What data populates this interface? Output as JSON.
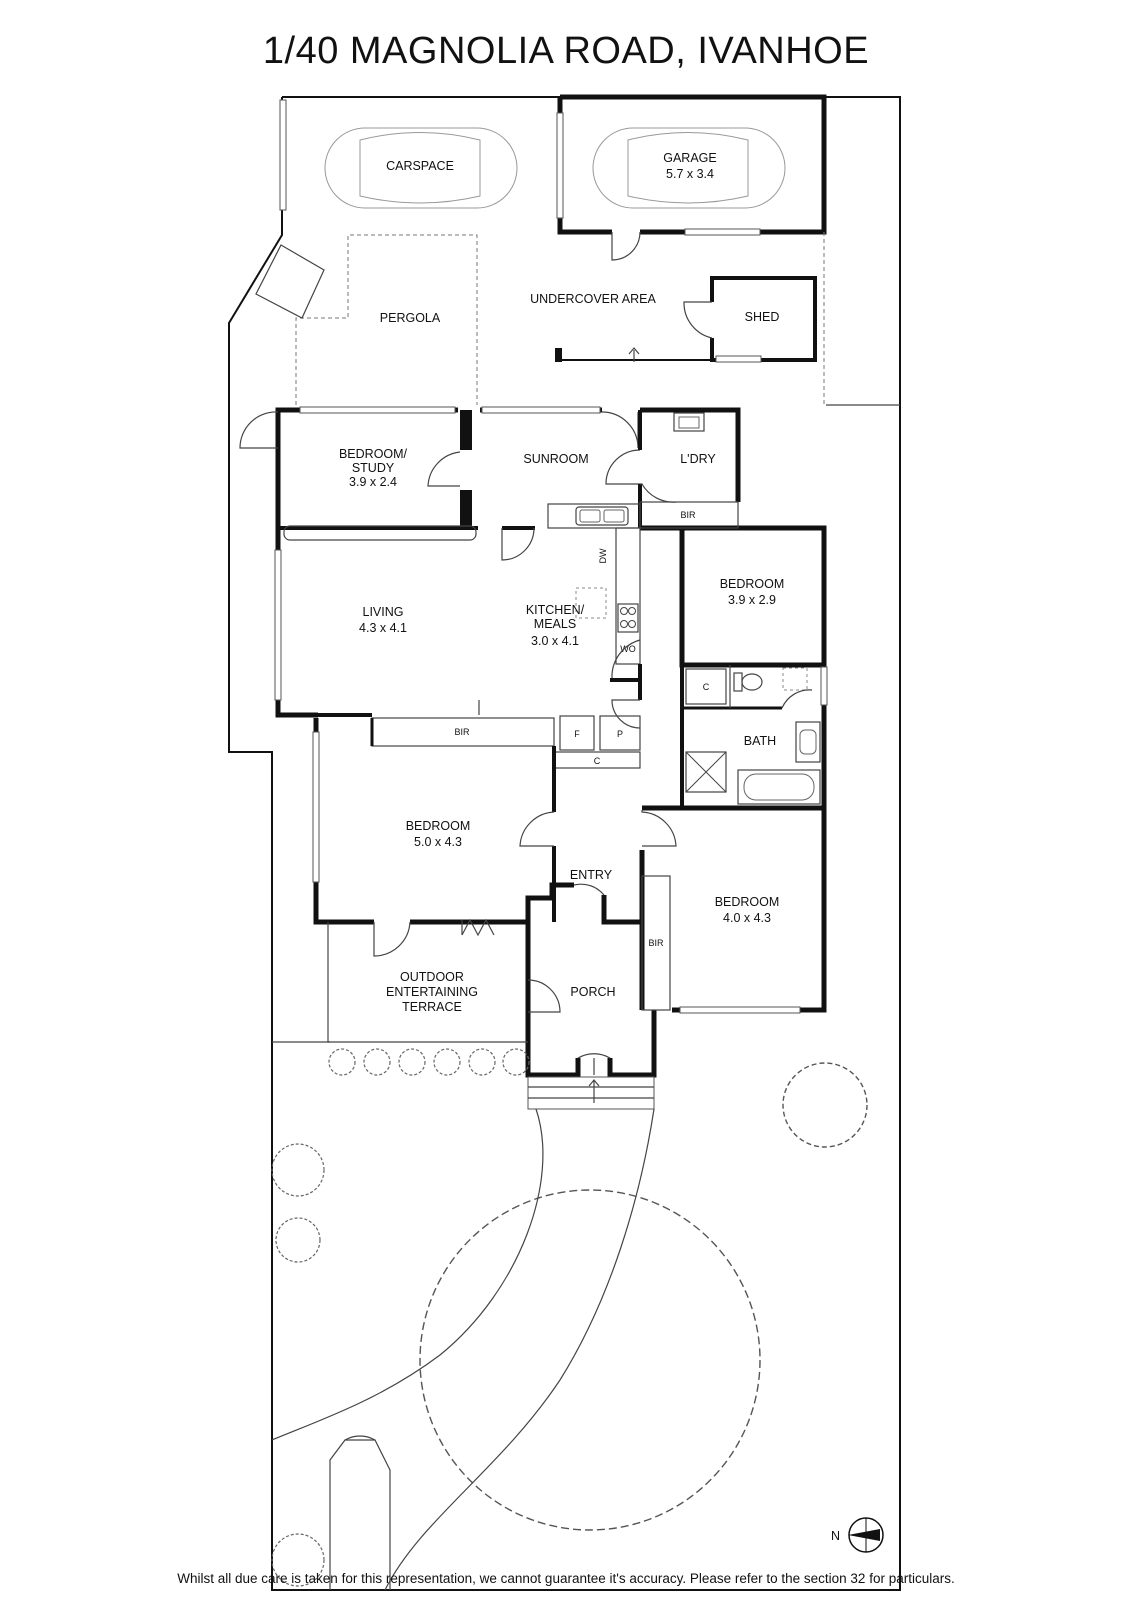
{
  "title": "1/40 MAGNOLIA ROAD, IVANHOE",
  "disclaimer": "Whilst all due care is taken for this representation, we cannot guarantee it's accuracy. Please refer to the section 32 for particulars.",
  "compass": {
    "label": "N"
  },
  "rooms": {
    "carspace": {
      "name": "CARSPACE"
    },
    "garage": {
      "name": "GARAGE",
      "dims": "5.7 x 3.4"
    },
    "pergola": {
      "name": "PERGOLA"
    },
    "undercover": {
      "name": "UNDERCOVER AREA"
    },
    "shed": {
      "name": "SHED"
    },
    "bedroom_study": {
      "name_line1": "BEDROOM/",
      "name_line2": "STUDY",
      "dims": "3.9 x 2.4"
    },
    "sunroom": {
      "name": "SUNROOM"
    },
    "laundry": {
      "name": "L'DRY"
    },
    "living": {
      "name": "LIVING",
      "dims": "4.3 x 4.1"
    },
    "kitchen": {
      "name_line1": "KITCHEN/",
      "name_line2": "MEALS",
      "dims": "3.0 x 4.1"
    },
    "bedroom_2": {
      "name": "BEDROOM",
      "dims": "3.9 x 2.9"
    },
    "bath": {
      "name": "BATH"
    },
    "bedroom_master": {
      "name": "BEDROOM",
      "dims": "5.0 x 4.3"
    },
    "entry": {
      "name": "ENTRY"
    },
    "bedroom_3": {
      "name": "BEDROOM",
      "dims": "4.0 x 4.3"
    },
    "porch": {
      "name": "PORCH"
    },
    "terrace": {
      "name_line1": "OUTDOOR",
      "name_line2": "ENTERTAINING",
      "name_line3": "TERRACE"
    }
  },
  "fixtures": {
    "bir": "BIR",
    "dw": "DW",
    "wo": "WO",
    "fridge": "F",
    "pantry": "P",
    "cupboard": "C"
  }
}
